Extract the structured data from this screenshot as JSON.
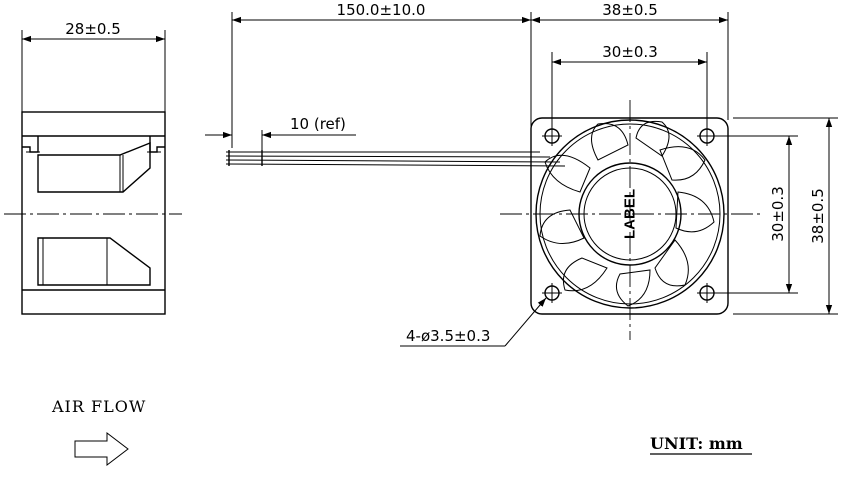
{
  "dimensions": {
    "side_width": "28±0.5",
    "cable_length": "150.0±10.0",
    "fan_width": "38±0.5",
    "hole_spacing_h": "30±0.3",
    "hole_spacing_v": "30±0.3",
    "fan_height": "38±0.5",
    "strip_length": "10 (ref)",
    "hole_spec": "4-ø3.5±0.3"
  },
  "hub_label": "LABEL",
  "airflow": {
    "label": "AIR FLOW",
    "arrow_icon": "right-arrow-icon"
  },
  "unit_label": "UNIT: mm"
}
